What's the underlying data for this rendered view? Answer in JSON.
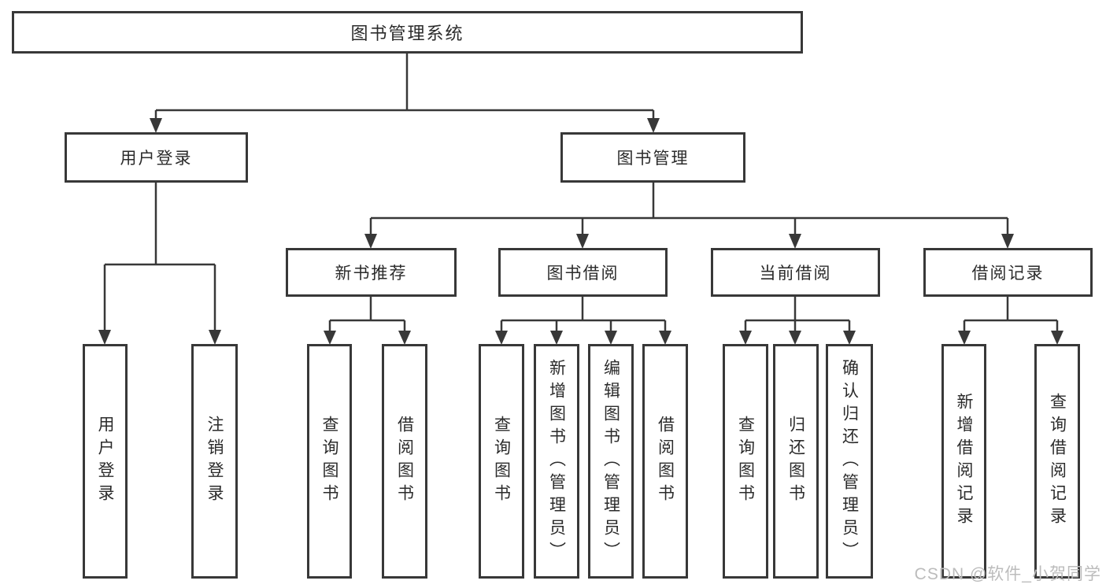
{
  "diagram": {
    "type": "hierarchy-tree",
    "title": "图书管理系统",
    "colors": {
      "background": "#ffffff",
      "line": "#383838",
      "box_border": "#383838",
      "text": "#2b2b2b",
      "watermark": "#bcbcbc"
    },
    "root": {
      "label": "图书管理系统"
    },
    "level2": [
      {
        "id": "user-login-branch",
        "label": "用户登录",
        "parent": "图书管理系统"
      },
      {
        "id": "book-management-branch",
        "label": "图书管理",
        "parent": "图书管理系统"
      }
    ],
    "level3": [
      {
        "id": "new-book-recommend",
        "label": "新书推荐",
        "parent": "图书管理"
      },
      {
        "id": "book-borrowing",
        "label": "图书借阅",
        "parent": "图书管理"
      },
      {
        "id": "current-borrowing",
        "label": "当前借阅",
        "parent": "图书管理"
      },
      {
        "id": "borrowing-records",
        "label": "借阅记录",
        "parent": "图书管理"
      }
    ],
    "leaves": [
      {
        "label": "用户登录",
        "parent": "用户登录"
      },
      {
        "label": "注销登录",
        "parent": "用户登录"
      },
      {
        "label": "查询图书",
        "parent": "新书推荐"
      },
      {
        "label": "借阅图书",
        "parent": "新书推荐"
      },
      {
        "label": "查询图书",
        "parent": "图书借阅"
      },
      {
        "label": "新增图书（管理员）",
        "parent": "图书借阅"
      },
      {
        "label": "编辑图书（管理员）",
        "parent": "图书借阅"
      },
      {
        "label": "借阅图书",
        "parent": "图书借阅"
      },
      {
        "label": "查询图书",
        "parent": "当前借阅"
      },
      {
        "label": "归还图书",
        "parent": "当前借阅"
      },
      {
        "label": "确认归还（管理员）",
        "parent": "当前借阅"
      },
      {
        "label": "新增借阅记录",
        "parent": "借阅记录"
      },
      {
        "label": "查询借阅记录",
        "parent": "借阅记录"
      }
    ]
  },
  "watermark": {
    "text": "CSDN @软件_小贺同学"
  }
}
